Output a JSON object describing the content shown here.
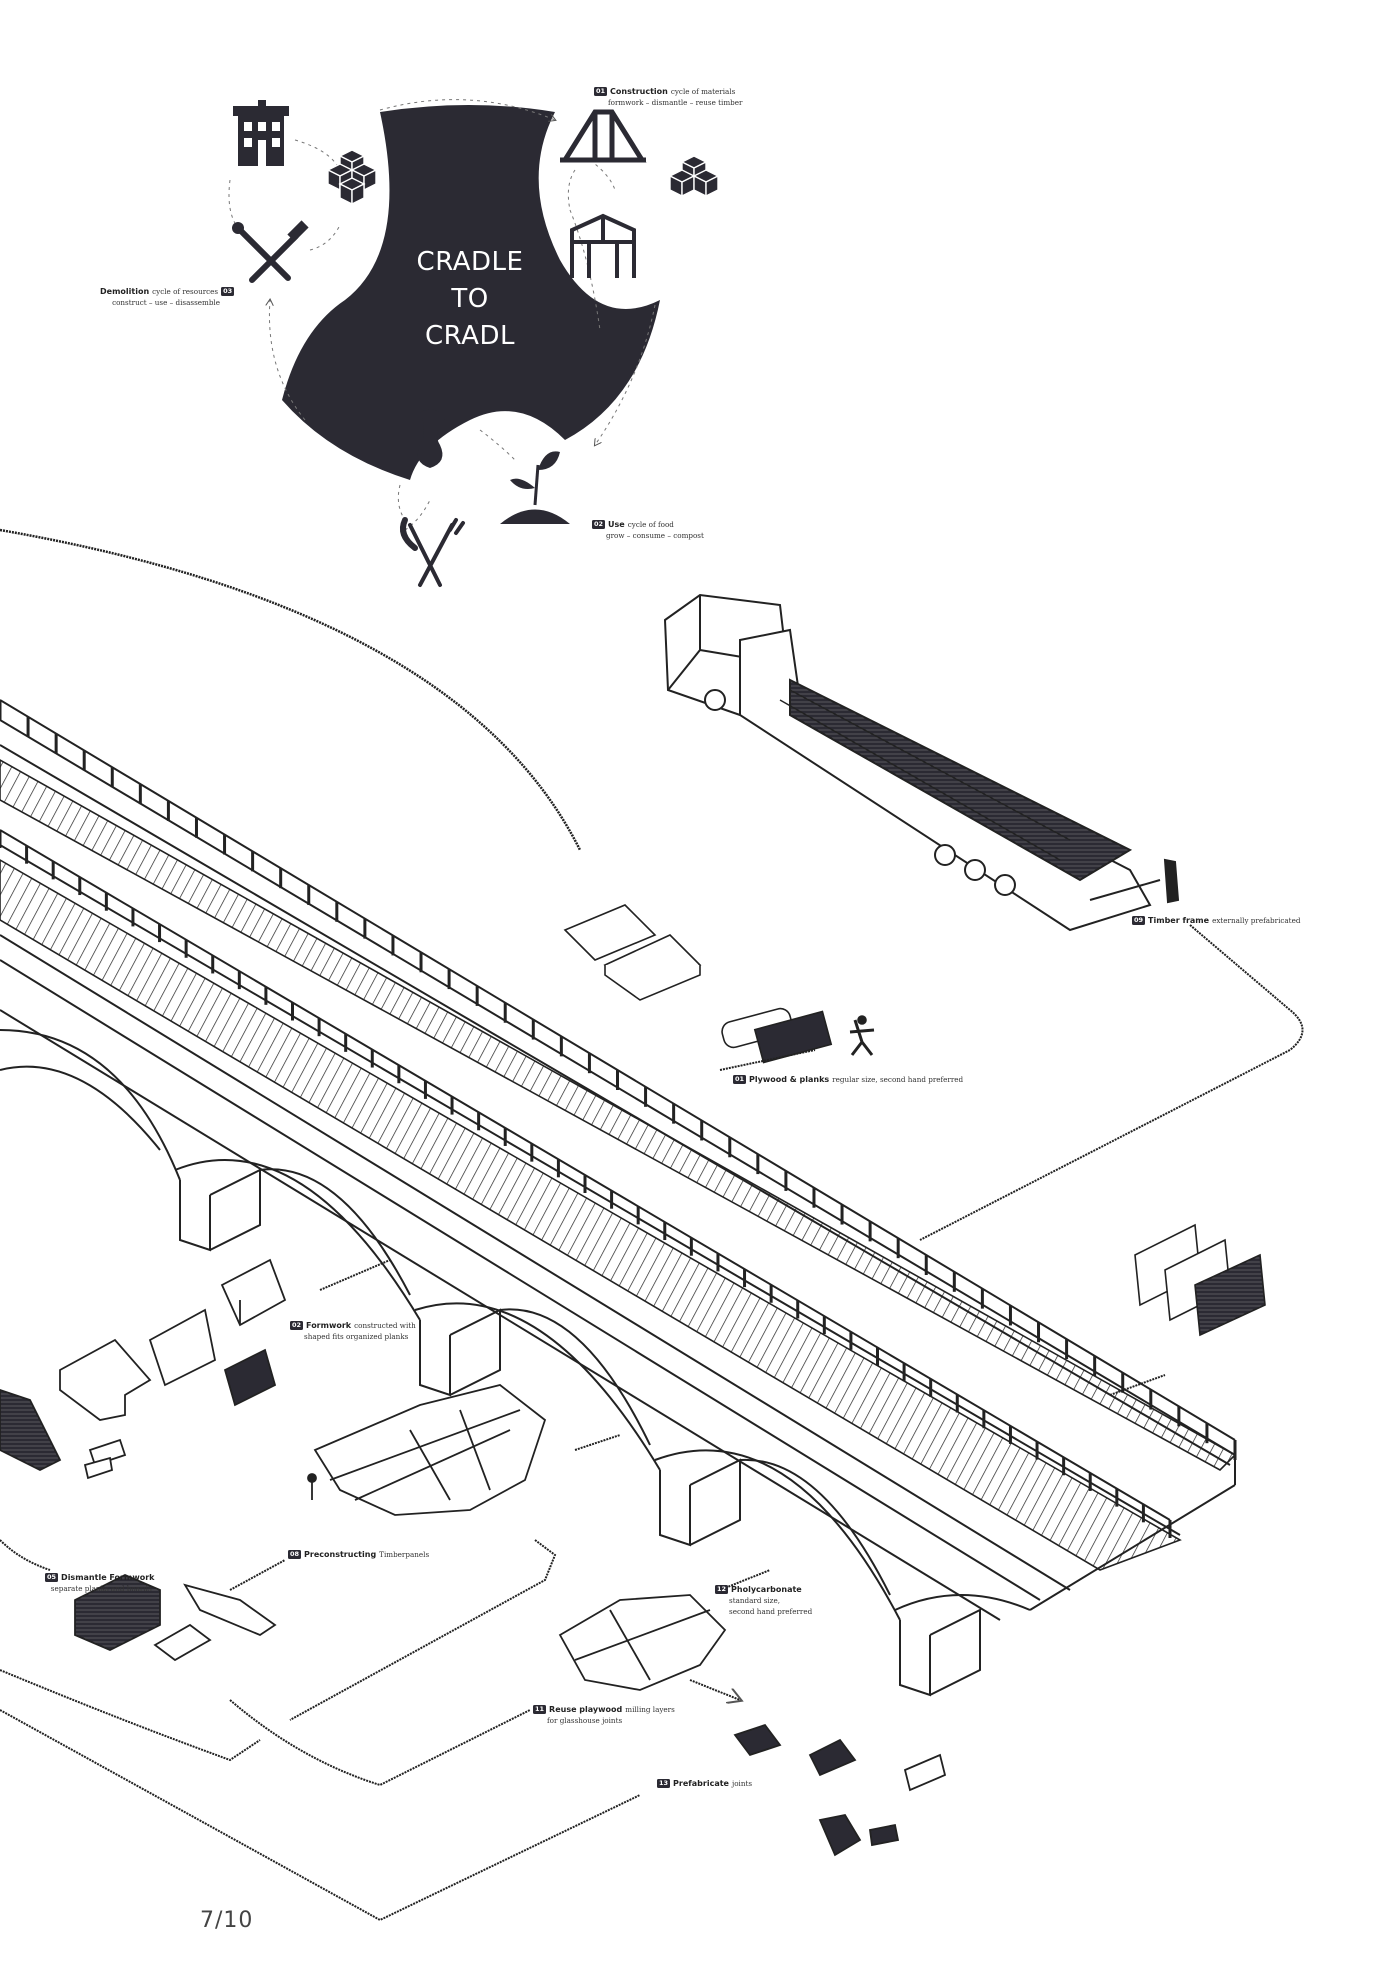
{
  "cycle": {
    "center_title": [
      "CRADLE",
      "TO",
      "CRADL"
    ],
    "construction": {
      "num": "01",
      "title": "Construction",
      "sub": "cycle of materials",
      "line2": "formwork – dismantle – reuse timber"
    },
    "use": {
      "num": "02",
      "title": "Use",
      "sub": "cycle of food",
      "line2": "grow – consume – compost"
    },
    "demolition": {
      "num": "03",
      "title": "Demolition",
      "sub": "cycle of resources",
      "line2": "construct – use – disassemble"
    }
  },
  "labels": {
    "timber_frame": {
      "num": "09",
      "title": "Timber frame",
      "sub": "externally prefabricated"
    },
    "plywood": {
      "num": "01",
      "title": "Plywood & planks",
      "sub": "regular size, second hand preferred"
    },
    "formwork": {
      "num": "02",
      "title": "Formwork",
      "sub": "constructed with",
      "line2": "shaped fits organized planks"
    },
    "dismantle": {
      "num": "05",
      "title": "Dismantle Formwork",
      "line2": "separate planks and boards"
    },
    "preconstructing": {
      "num": "08",
      "title": "Preconstructing",
      "sub": "Timberpanels"
    },
    "pholycarbonate": {
      "num": "12",
      "title": "Pholycarbonate",
      "line2": "standard size,",
      "line3": "second hand preferred"
    },
    "reuse_playwood": {
      "num": "11",
      "title": "Reuse playwood",
      "sub": "milling layers",
      "line2": "for glasshouse joints"
    },
    "prefabricate": {
      "num": "13",
      "title": "Prefabricate",
      "sub": "joints"
    }
  },
  "page_number": "7/10",
  "colors": {
    "dark": "#2b2a33",
    "line": "#222222"
  }
}
